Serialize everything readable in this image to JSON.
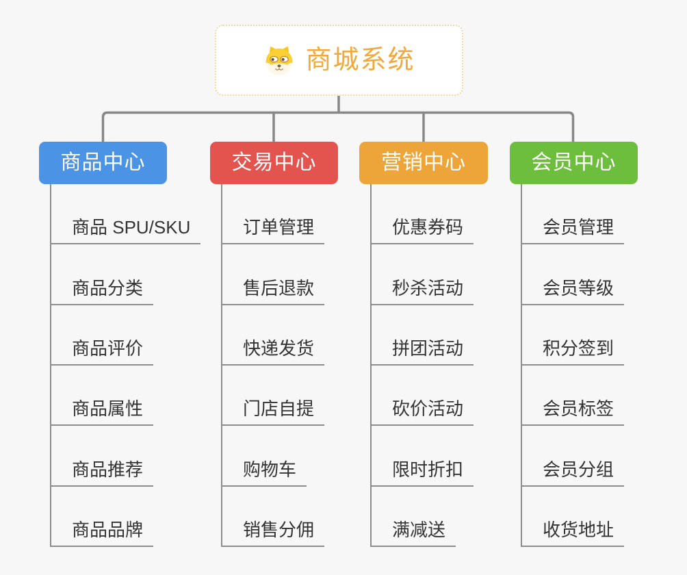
{
  "canvas": {
    "background": "#F7F7F7",
    "connector_color": "#878787",
    "underline_color": "#8C8C8C"
  },
  "root": {
    "title": "商城系统",
    "icon": "shiba-dog-icon",
    "text_color": "#EFA93D",
    "border_color": "#F3D49C"
  },
  "branches": [
    {
      "id": "product-center",
      "label": "商品中心",
      "color": "#4B94E5",
      "children": [
        "商品 SPU/SKU",
        "商品分类",
        "商品评价",
        "商品属性",
        "商品推荐",
        "商品品牌"
      ]
    },
    {
      "id": "trade-center",
      "label": "交易中心",
      "color": "#E4544F",
      "children": [
        "订单管理",
        "售后退款",
        "快递发货",
        "门店自提",
        "购物车",
        "销售分佣"
      ]
    },
    {
      "id": "marketing-center",
      "label": "营销中心",
      "color": "#EDA439",
      "children": [
        "优惠券码",
        "秒杀活动",
        "拼团活动",
        "砍价活动",
        "限时折扣",
        "满减送"
      ]
    },
    {
      "id": "member-center",
      "label": "会员中心",
      "color": "#6EBE3E",
      "children": [
        "会员管理",
        "会员等级",
        "积分签到",
        "会员标签",
        "会员分组",
        "收货地址"
      ]
    }
  ]
}
